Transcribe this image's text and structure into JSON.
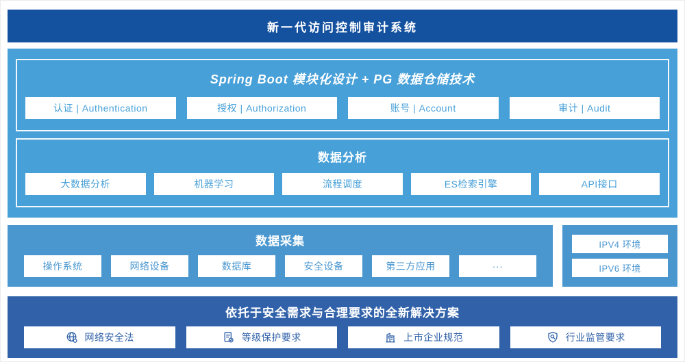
{
  "banner": {
    "title": "新一代访问控制审计系统"
  },
  "colors": {
    "banner_bg": "#14519f",
    "platform_bg": "#47a0d8",
    "collection_bg": "#4a97d0",
    "solution_bg": "#3162a9",
    "chip_bg": "#ffffff"
  },
  "platform": {
    "modules_box": {
      "title": "Spring Boot 模块化设计 + PG 数据仓储技术",
      "items": [
        {
          "label": "认证 | Authentication"
        },
        {
          "label": "授权 | Authorization"
        },
        {
          "label": "账号 | Account"
        },
        {
          "label": "审计 | Audit"
        }
      ]
    },
    "analysis_box": {
      "title": "数据分析",
      "items": [
        {
          "label": "大数据分析"
        },
        {
          "label": "机器学习"
        },
        {
          "label": "流程调度"
        },
        {
          "label": "ES检索引擎"
        },
        {
          "label": "API接口"
        }
      ]
    }
  },
  "collection": {
    "title": "数据采集",
    "items": [
      {
        "label": "操作系统"
      },
      {
        "label": "网络设备"
      },
      {
        "label": "数据库"
      },
      {
        "label": "安全设备"
      },
      {
        "label": "第三方应用"
      },
      {
        "label": "···"
      }
    ]
  },
  "environment": {
    "items": [
      {
        "label": "IPV4 环境"
      },
      {
        "label": "IPV6 环境"
      }
    ]
  },
  "solution": {
    "title": "依托于安全需求与合理要求的全新解决方案",
    "items": [
      {
        "icon": "globe-icon",
        "label": "网络安全法"
      },
      {
        "icon": "document-check-icon",
        "label": "等级保护要求"
      },
      {
        "icon": "building-icon",
        "label": "上市企业规范"
      },
      {
        "icon": "shield-search-icon",
        "label": "行业监管要求"
      }
    ]
  }
}
